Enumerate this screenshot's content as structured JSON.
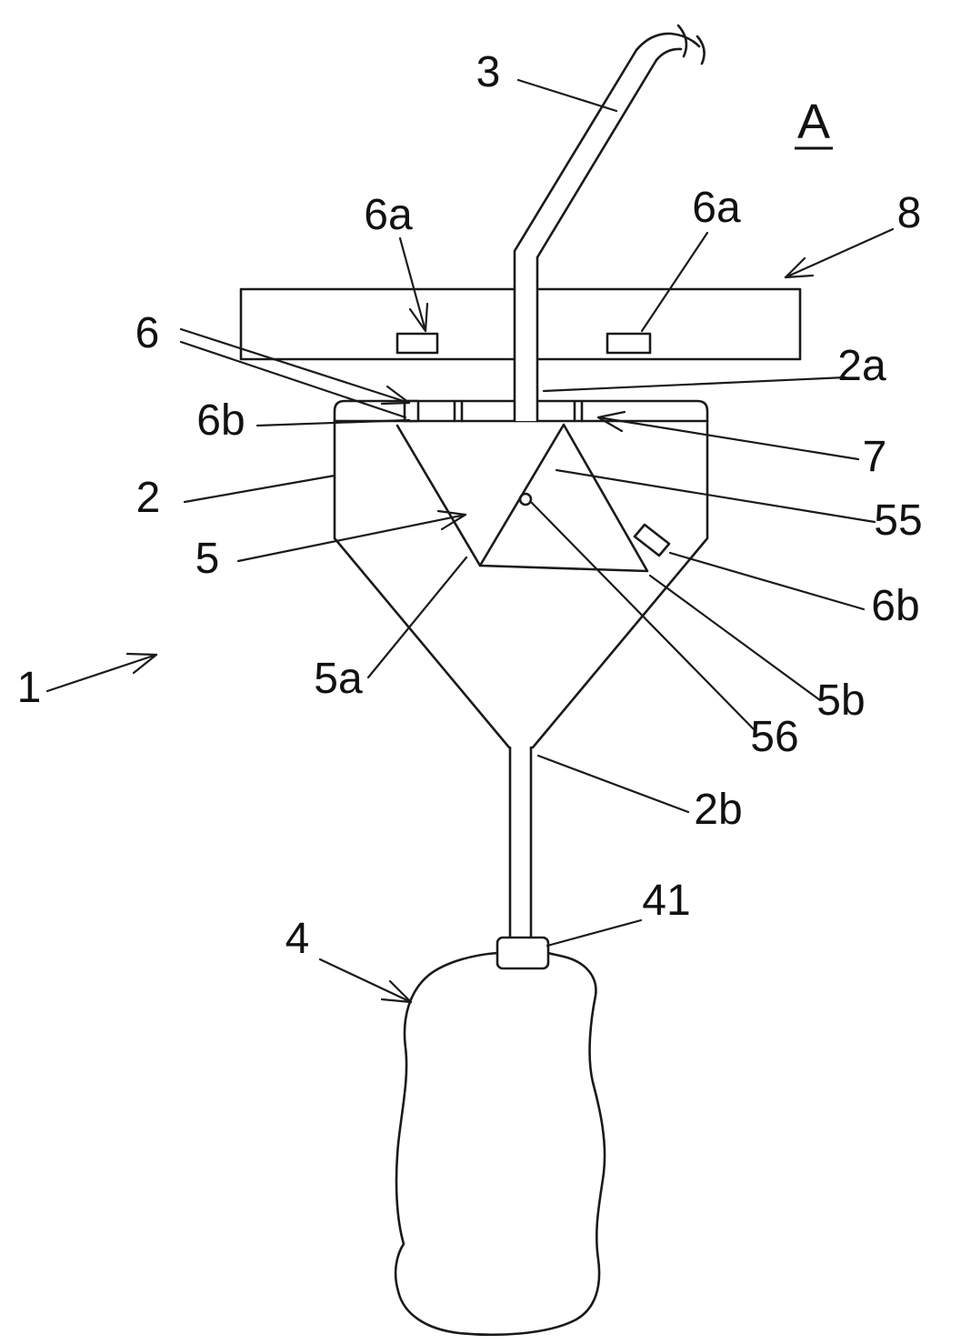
{
  "figure": {
    "view_label": "A",
    "labels": {
      "l1": "1",
      "l2": "2",
      "l2a": "2a",
      "l2b": "2b",
      "l3": "3",
      "l4": "4",
      "l41": "41",
      "l5": "5",
      "l5a": "5a",
      "l5b": "5b",
      "l55": "55",
      "l56": "56",
      "l6": "6",
      "l6a_left": "6a",
      "l6a_right": "6a",
      "l6b_left": "6b",
      "l6b_right": "6b",
      "l7": "7",
      "l8": "8"
    },
    "colors": {
      "line": "#1a1a1a",
      "text": "#111111",
      "background": "#ffffff"
    }
  }
}
